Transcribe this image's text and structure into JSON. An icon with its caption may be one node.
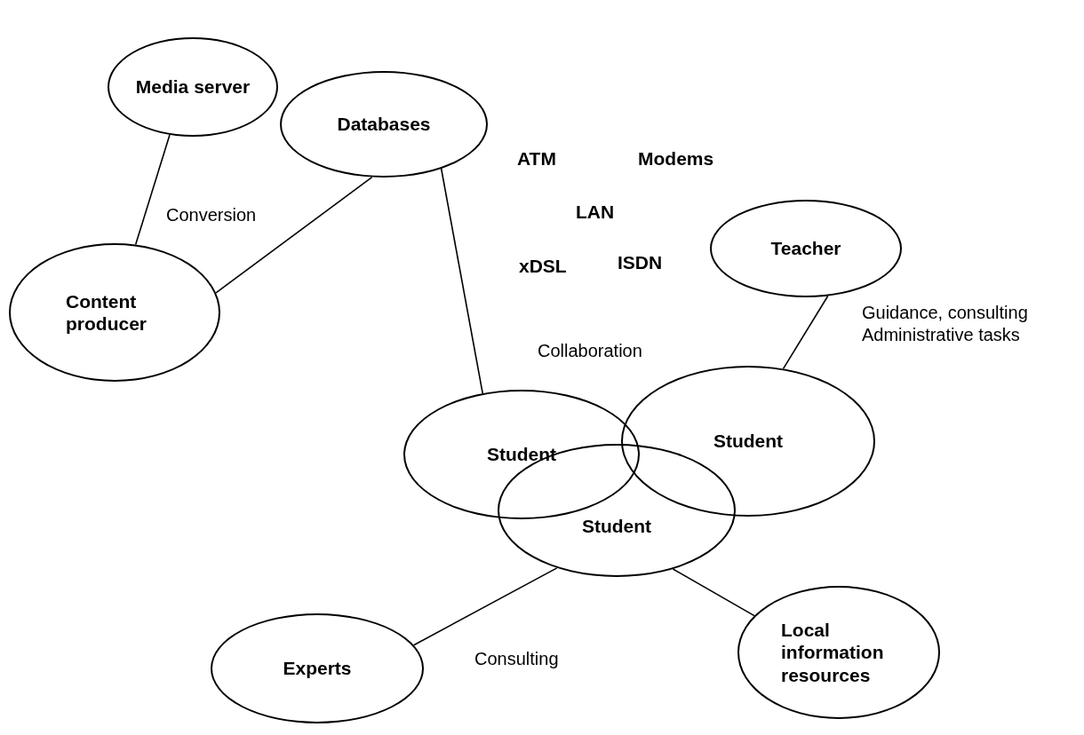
{
  "diagram": {
    "nodes": [
      {
        "text": [
          "Media server"
        ]
      },
      {
        "text": [
          "Databases"
        ]
      },
      {
        "text": [
          "Content producer"
        ]
      },
      {
        "text": [
          "Teacher"
        ]
      },
      {
        "text": [
          "Student"
        ]
      },
      {
        "text": [
          "Student"
        ]
      },
      {
        "text": [
          "Student"
        ]
      },
      {
        "text": [
          "Experts"
        ]
      },
      {
        "text": [
          "Local information resources"
        ]
      }
    ],
    "edges": [
      {
        "from": 0,
        "to": 2,
        "arrow": "none"
      },
      {
        "from": 1,
        "to": 2,
        "arrow": "none",
        "label": "Conversion"
      },
      {
        "from": 1,
        "to": 4,
        "arrow": "none"
      },
      {
        "from": 3,
        "to": 5,
        "arrow": "none",
        "label": "Guidance, consulting Administrative tasks"
      },
      {
        "from": 6,
        "to": 7,
        "arrow": "none",
        "label": "Consulting"
      },
      {
        "from": 6,
        "to": 8,
        "arrow": "none"
      }
    ],
    "labels": [
      "ATM",
      "Modems",
      "LAN",
      "xDSL",
      "ISDN",
      "Collaboration"
    ]
  }
}
